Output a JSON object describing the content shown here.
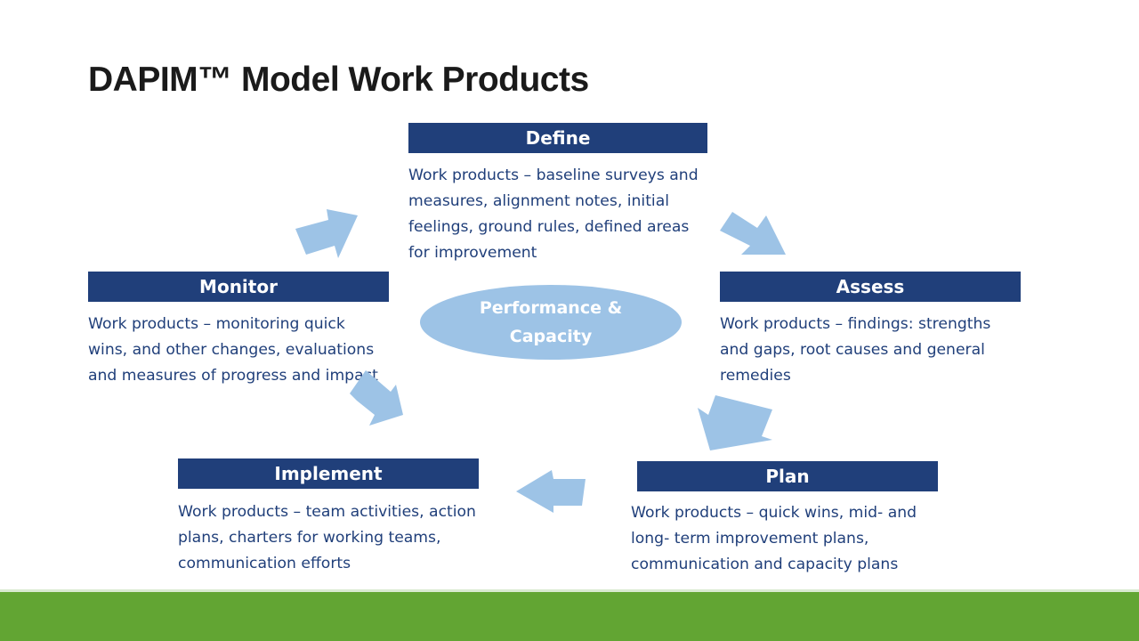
{
  "title": "DAPIM™ Model Work Products",
  "center": "Performance & Capacity",
  "stages": {
    "define": {
      "label": "Define",
      "text": "Work products – baseline surveys and measures, alignment notes, initial feelings, ground rules, defined areas for improvement"
    },
    "assess": {
      "label": "Assess",
      "text": "Work products – findings: strengths and gaps, root causes and general remedies"
    },
    "plan": {
      "label": "Plan",
      "text": "Work products  – quick wins, mid- and long- term improvement plans, communication and capacity plans"
    },
    "implement": {
      "label": "Implement",
      "text": "Work products – team activities, action plans, charters for working teams, communication efforts"
    },
    "monitor": {
      "label": "Monitor",
      "text": "Work products – monitoring quick wins, and other changes, evaluations and measures of progress and impact"
    }
  },
  "colors": {
    "header": "#203f7a",
    "text": "#203f7a",
    "arrow": "#9dc3e6",
    "footer": "#62a533"
  }
}
